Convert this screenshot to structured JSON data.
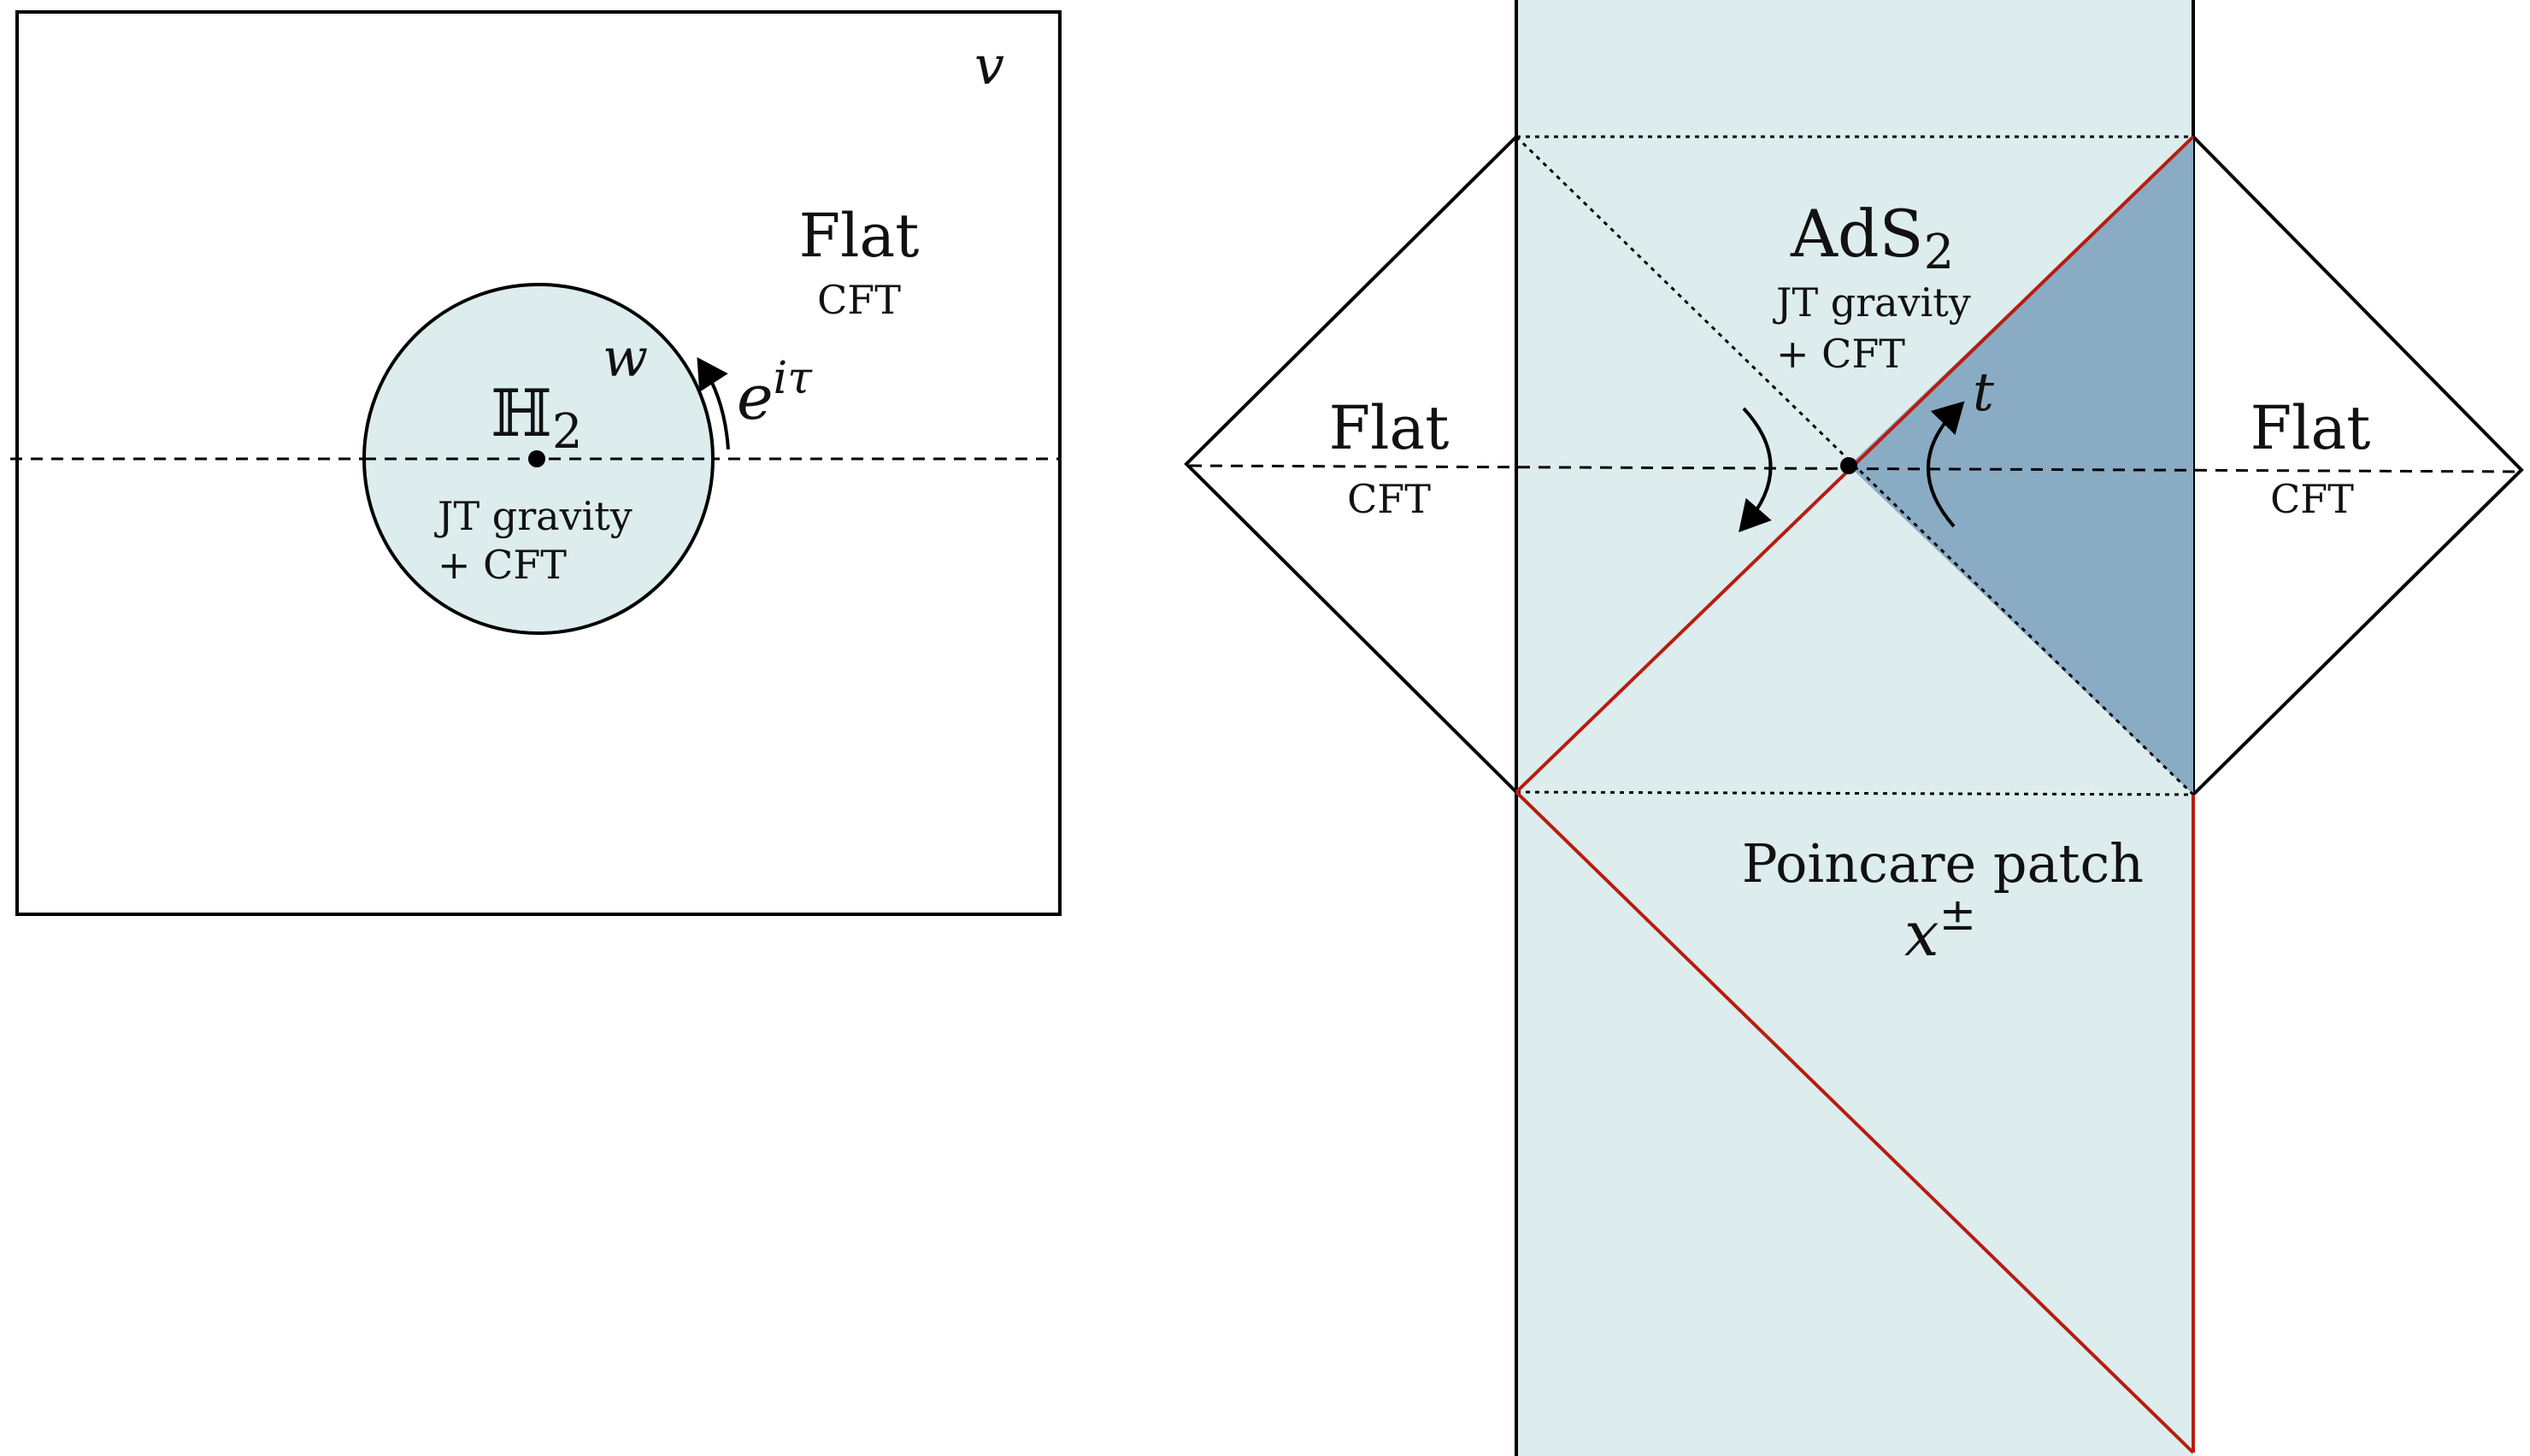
{
  "colors": {
    "region_fill": "#ddeced",
    "wedge_fill": "#8aabc4",
    "stroke": "#000000",
    "red_line": "#b81c10"
  },
  "left_panel": {
    "corner_label": "v",
    "outer_title": "Flat",
    "outer_sub": "CFT",
    "disk_symbol": "ℍ",
    "disk_subscript": "2",
    "disk_coord": "w",
    "disk_line1": "JT gravity",
    "disk_line2": "+ CFT",
    "rotation_base": "e",
    "rotation_exp": "iτ"
  },
  "right_panel": {
    "ads_title": "AdS",
    "ads_subscript": "2",
    "ads_line1": "JT gravity",
    "ads_line2": "+ CFT",
    "left_flat_title": "Flat",
    "left_flat_sub": "CFT",
    "right_flat_title": "Flat",
    "right_flat_sub": "CFT",
    "time_label": "t",
    "patch_title": "Poincare patch",
    "patch_coord_base": "x",
    "patch_coord_sup": "±"
  }
}
